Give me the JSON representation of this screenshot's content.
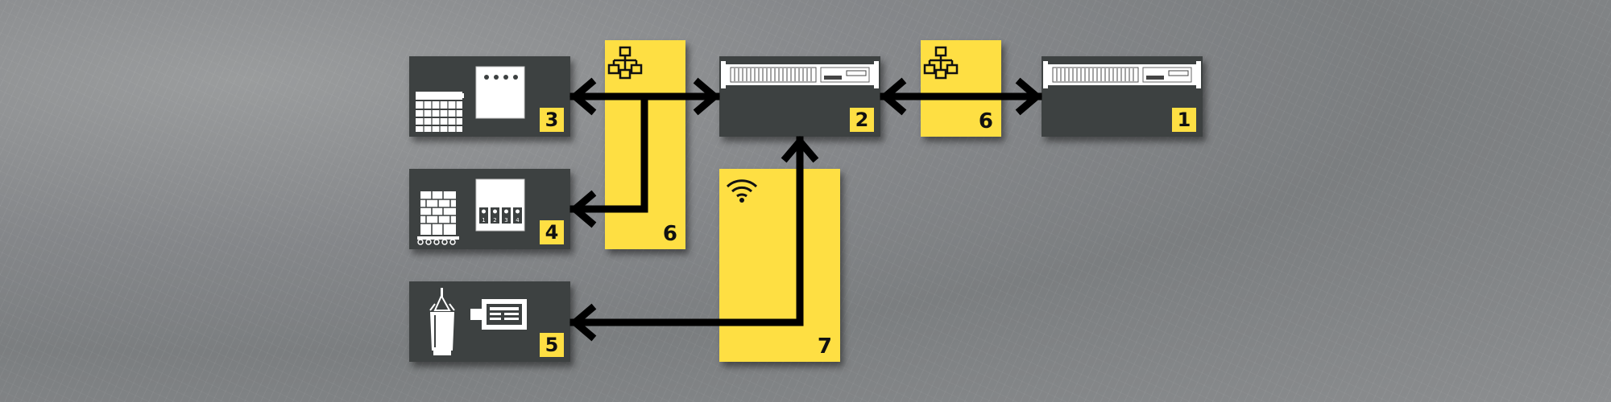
{
  "nodes": {
    "n1": {
      "label": "1"
    },
    "n2": {
      "label": "2"
    },
    "n3": {
      "label": "3"
    },
    "n4": {
      "label": "4"
    },
    "n5": {
      "label": "5"
    },
    "n6a": {
      "label": "6"
    },
    "n6b": {
      "label": "6"
    },
    "n7": {
      "label": "7"
    }
  },
  "panel4": {
    "channels": [
      "1",
      "2",
      "3",
      "4"
    ]
  },
  "icons": {
    "ethernet": "network-icon",
    "wifi": "wifi-icon",
    "rack": "rack-server-icon",
    "panel": "control-panel-icon",
    "storage": "storage-cabinet-icon",
    "pallet": "pallet-icon",
    "lamp": "lamp-icon",
    "screen": "display-screen-icon"
  },
  "colors": {
    "yellow": "#fedf43",
    "dark": "#3d4141",
    "arrow": "#000000"
  }
}
